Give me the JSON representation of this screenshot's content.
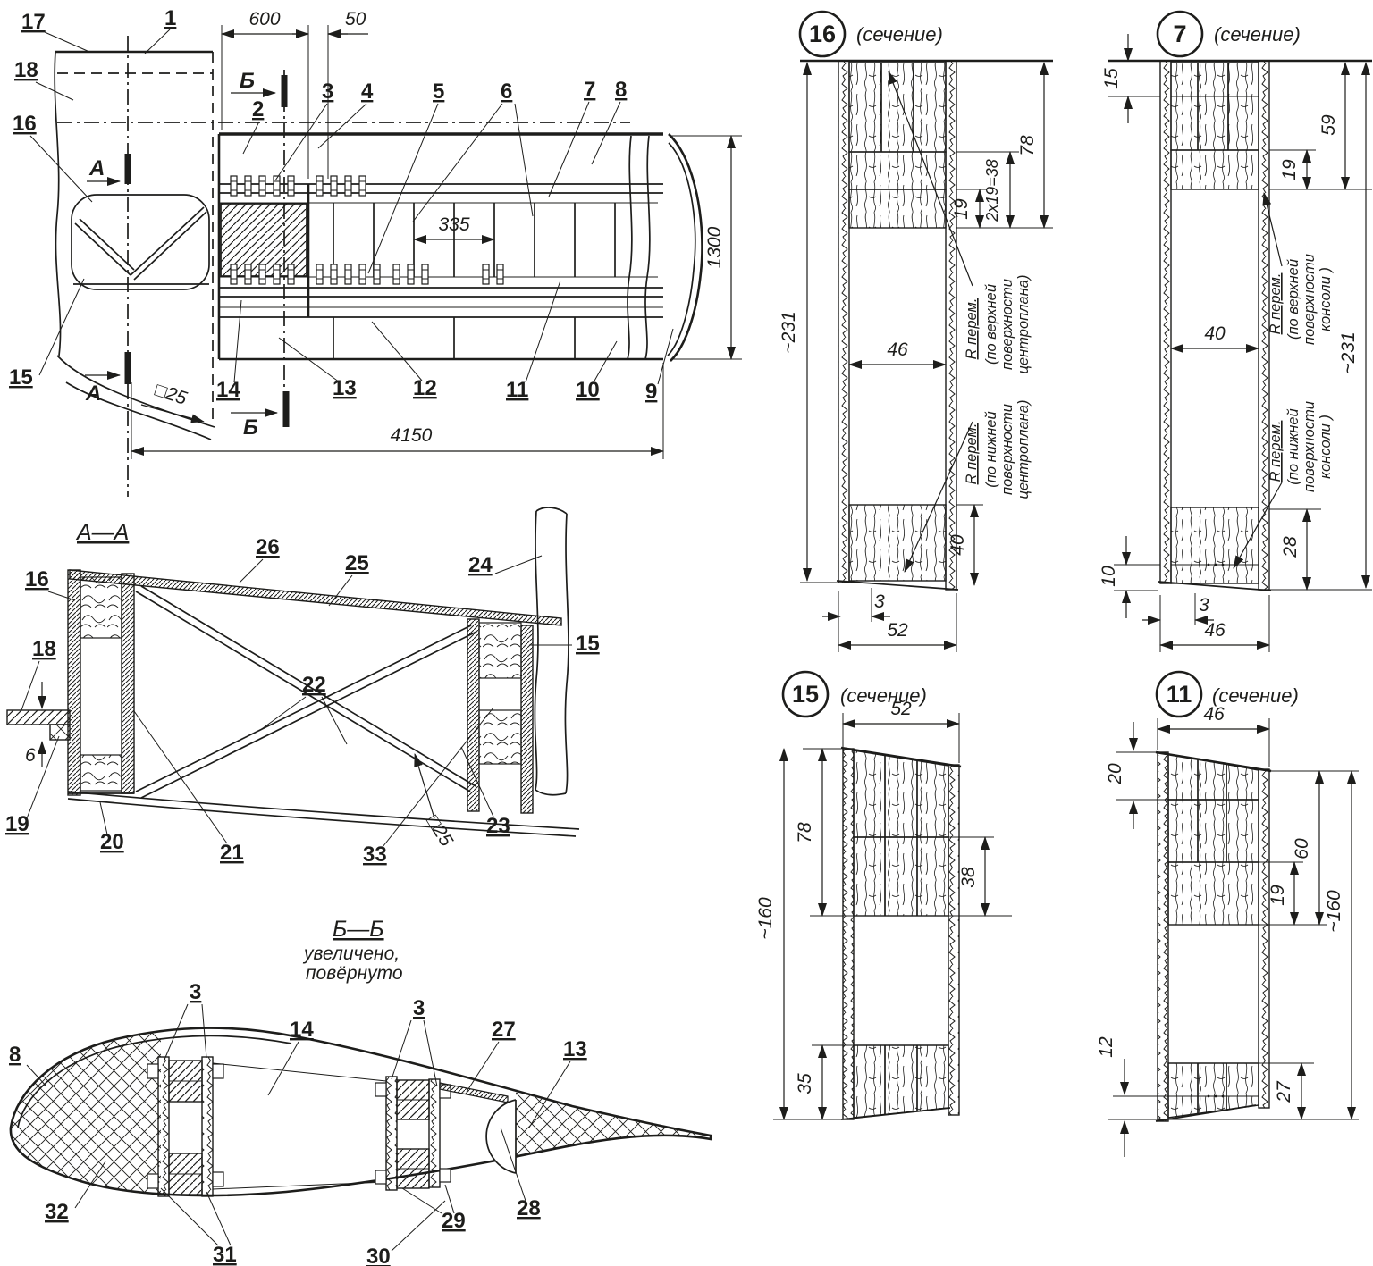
{
  "meta": {
    "background": "#ffffff",
    "ink": "#1d1d1b"
  },
  "plan": {
    "c1": "1",
    "c2": "2",
    "c3": "3",
    "c4": "4",
    "c5": "5",
    "c6": "6",
    "c7": "7",
    "c8": "8",
    "c9": "9",
    "c10": "10",
    "c11": "11",
    "c12": "12",
    "c13": "13",
    "c14": "14",
    "c15": "15",
    "c16": "16",
    "c17": "17",
    "c18": "18",
    "d600": "600",
    "d50": "50",
    "d335": "335",
    "d1300": "1300",
    "d4150": "4150",
    "sq25": "□25",
    "markA": "А",
    "markB": "Б"
  },
  "secAA": {
    "title": "А—А",
    "d6": "6",
    "sq25": "□25",
    "c15": "15",
    "c16": "16",
    "c18": "18",
    "c19": "19",
    "c20": "20",
    "c21": "21",
    "c22": "22",
    "c23": "23",
    "c24": "24",
    "c25": "25",
    "c26": "26",
    "c33": "33"
  },
  "secBB": {
    "title": "Б—Б",
    "sub1": "увеличено,",
    "sub2": "повёрнуто",
    "c3": "3",
    "c8": "8",
    "c13": "13",
    "c14": "14",
    "c27": "27",
    "c28": "28",
    "c29": "29",
    "c30": "30",
    "c31": "31",
    "c32": "32"
  },
  "s16": {
    "num": "16",
    "label": "(сечение)",
    "d231": "~231",
    "d78": "78",
    "d19": "19",
    "d38": "2x19=38",
    "d46": "46",
    "d40": "40",
    "d3": "3",
    "d52": "52",
    "r1": "R перем.",
    "r1a": "(по верхней",
    "r1b": "поверхности",
    "r1c": "центроплана)",
    "r2": "R перем.",
    "r2a": "(по нижней",
    "r2b": "поверхности",
    "r2c": "центроплана)"
  },
  "s7": {
    "num": "7",
    "label": "(сечение)",
    "d15": "15",
    "d59": "59",
    "d19": "19",
    "d40": "40",
    "d231": "~231",
    "d28": "28",
    "d10": "10",
    "d3": "3",
    "d46": "46",
    "r1": "R перем.",
    "r1a": "(по верхней",
    "r1b": "поверхности",
    "r1c": "консоли )",
    "r2": "R перем.",
    "r2a": "(по нижней",
    "r2b": "поверхности",
    "r2c": "консоли )"
  },
  "s15": {
    "num": "15",
    "label": "(сечение)",
    "d52": "52",
    "d78": "78",
    "d160": "~160",
    "d38": "38",
    "d35": "35"
  },
  "s11": {
    "num": "11",
    "label": "(сечение)",
    "d46": "46",
    "d20": "20",
    "d60": "60",
    "d19": "19",
    "d160": "~160",
    "d12": "12",
    "d27": "27"
  }
}
